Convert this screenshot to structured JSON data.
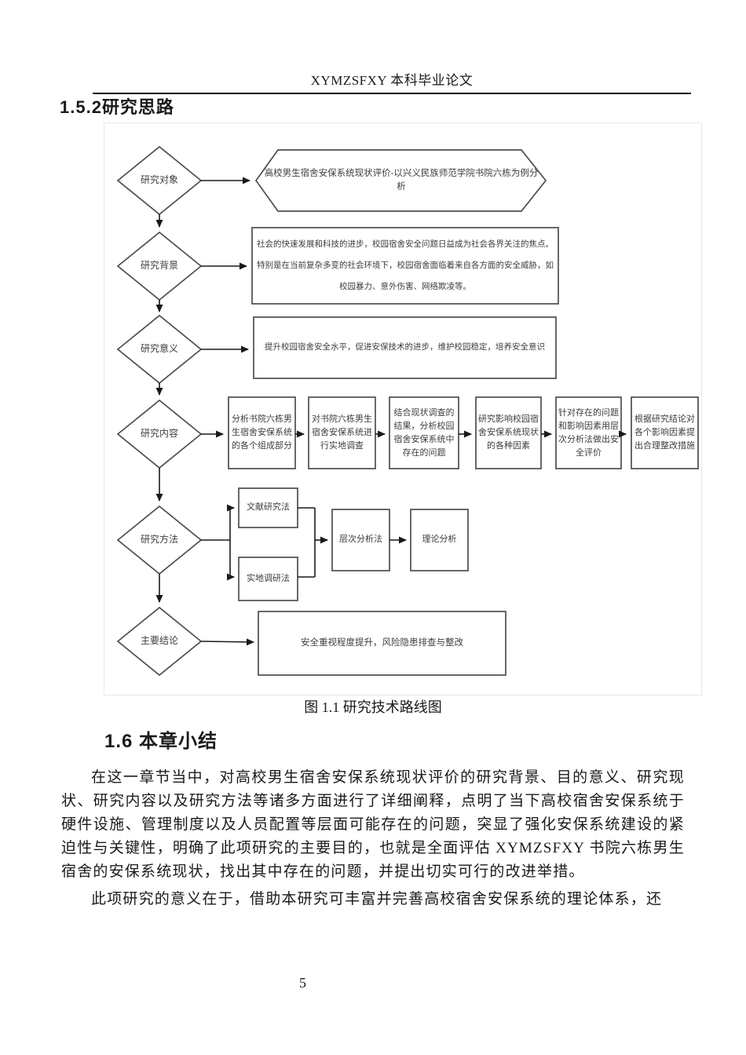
{
  "header": {
    "title": "XYMZSFXY 本科毕业论文"
  },
  "sections": {
    "s152": "1.5.2研究思路",
    "s16": "1.6 本章小结"
  },
  "figure": {
    "caption": "图 1.1  研究技术路线图",
    "diamonds": [
      "研究对象",
      "研究背景",
      "研究意义",
      "研究内容",
      "研究方法",
      "主要结论"
    ],
    "object": "高校男生宿舍安保系统现状评价-以兴义民族师范学院书院六栋为例分析",
    "background": "社会的快速发展和科技的进步，校园宿舍安全问题日益成为社会各界关注的焦点。特别是在当前复杂多变的社会环境下，校园宿舍面临着来自各方面的安全威胁，如校园暴力、意外伤害、网络欺凌等。",
    "significance": "提升校园宿舍安全水平，促进安保技术的进步，维护校园稳定，培养安全意识",
    "content": [
      "分析书院六栋男生宿舍安保系统的各个组成部分",
      "对书院六栋男生宿舍安保系统进行实地调查",
      "结合现状调查的结果，分析校园宿舍安保系统中存在的问题",
      "研究影响校园宿舍安保系统现状的各种因素",
      "针对存在的问题和影响因素用层次分析法做出安全评价",
      "根据研究结论对各个影响因素提出合理整改措施"
    ],
    "methods": [
      "文献研究法",
      "实地调研法",
      "层次分析法",
      "理论分析"
    ],
    "conclusion": "安全重视程度提升，风险隐患排查与整改"
  },
  "body": {
    "p1": "在这一章节当中，对高校男生宿舍安保系统现状评价的研究背景、目的意义、研究现状、研究内容以及研究方法等诸多方面进行了详细阐释，点明了当下高校宿舍安保系统于硬件设施、管理制度以及人员配置等层面可能存在的问题，突显了强化安保系统建设的紧迫性与关键性，明确了此项研究的主要目的，也就是全面评估 XYMZSFXY 书院六栋男生宿舍的安保系统现状，找出其中存在的问题，并提出切实可行的改进举措。",
    "p2": "此项研究的意义在于，借助本研究可丰富并完善高校宿舍安保系统的理论体系，还"
  },
  "footer": {
    "page_number": "5"
  },
  "colors": {
    "ink": "#1a1a1a",
    "node_border": "#4d4d4d",
    "figure_border": "#e8e8e8"
  }
}
